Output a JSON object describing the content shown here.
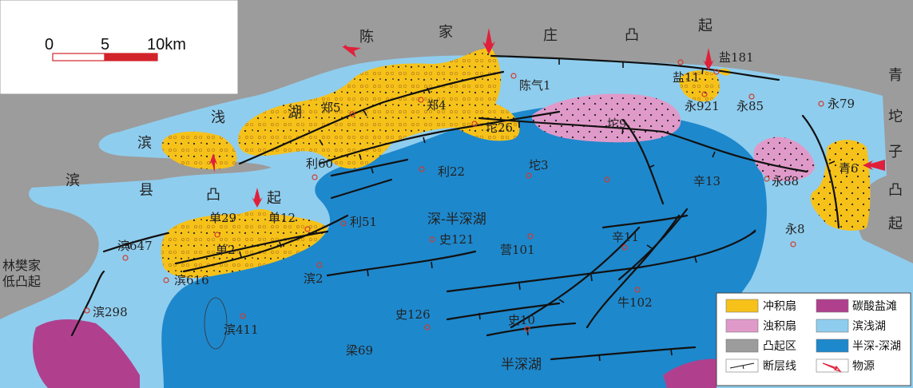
{
  "colors": {
    "alluvial_fan": "#f6c21a",
    "turbidite_fan": "#e09ac9",
    "uplift": "#9c9c9c",
    "carbonate_beach": "#b0408e",
    "shore_shallow_lake": "#8fcdee",
    "semi_deep_lake": "#1e88cc",
    "well_marker": "#d23a2a",
    "source_arrow": "#e0203a"
  },
  "scale_bar": {
    "label_0": "0",
    "label_5": "5",
    "label_10": "10km"
  },
  "region_labels": {
    "chen": "陈",
    "jia": "家",
    "zhuang": "庄",
    "tu": "凸",
    "qi": "起",
    "bin1": "滨",
    "qian": "浅",
    "hu": "湖",
    "bin2": "滨",
    "xian": "县",
    "tu2": "凸",
    "qi2": "起",
    "linfan_1": "林樊家",
    "linfan_2": "低凸起",
    "qing": "青",
    "tuo": "坨",
    "zi": "子",
    "tu3": "凸",
    "qi3": "起",
    "deep_lake": "深-半深湖",
    "semi_deep": "半深湖"
  },
  "wells": {
    "yan181": "盐181",
    "yan11": "盐11",
    "yong921": "永921",
    "yong85": "永85",
    "yong79": "永79",
    "chenqi1": "陈气1",
    "zheng5": "郑5",
    "zheng4": "郑4",
    "tuo26": "坨26",
    "tuo9": "坨9",
    "li60": "利60",
    "li22": "利22",
    "tuo3": "坨3",
    "qing6": "青6",
    "yong88": "永88",
    "xin13": "辛13",
    "dan29": "单29",
    "dan12": "单12",
    "li51": "利51",
    "dan2": "单2",
    "bin647": "滨647",
    "bin616": "滨616",
    "bin2": "滨2",
    "shi121": "史121",
    "ying101": "营101",
    "xin11": "辛11",
    "yong8": "永8",
    "bin298": "滨298",
    "bin411": "滨411",
    "shi126": "史126",
    "shi10": "史10",
    "niu102": "牛102",
    "liang69": "梁69"
  },
  "legend": {
    "alluvial_fan": "冲积扇",
    "carbonate_beach": "碳酸盐滩",
    "turbidite_fan": "浊积扇",
    "shore_shallow_lake": "滨浅湖",
    "uplift": "凸起区",
    "semi_deep_lake": "半深-深湖",
    "fault_line": "断层线",
    "provenance": "物源"
  }
}
